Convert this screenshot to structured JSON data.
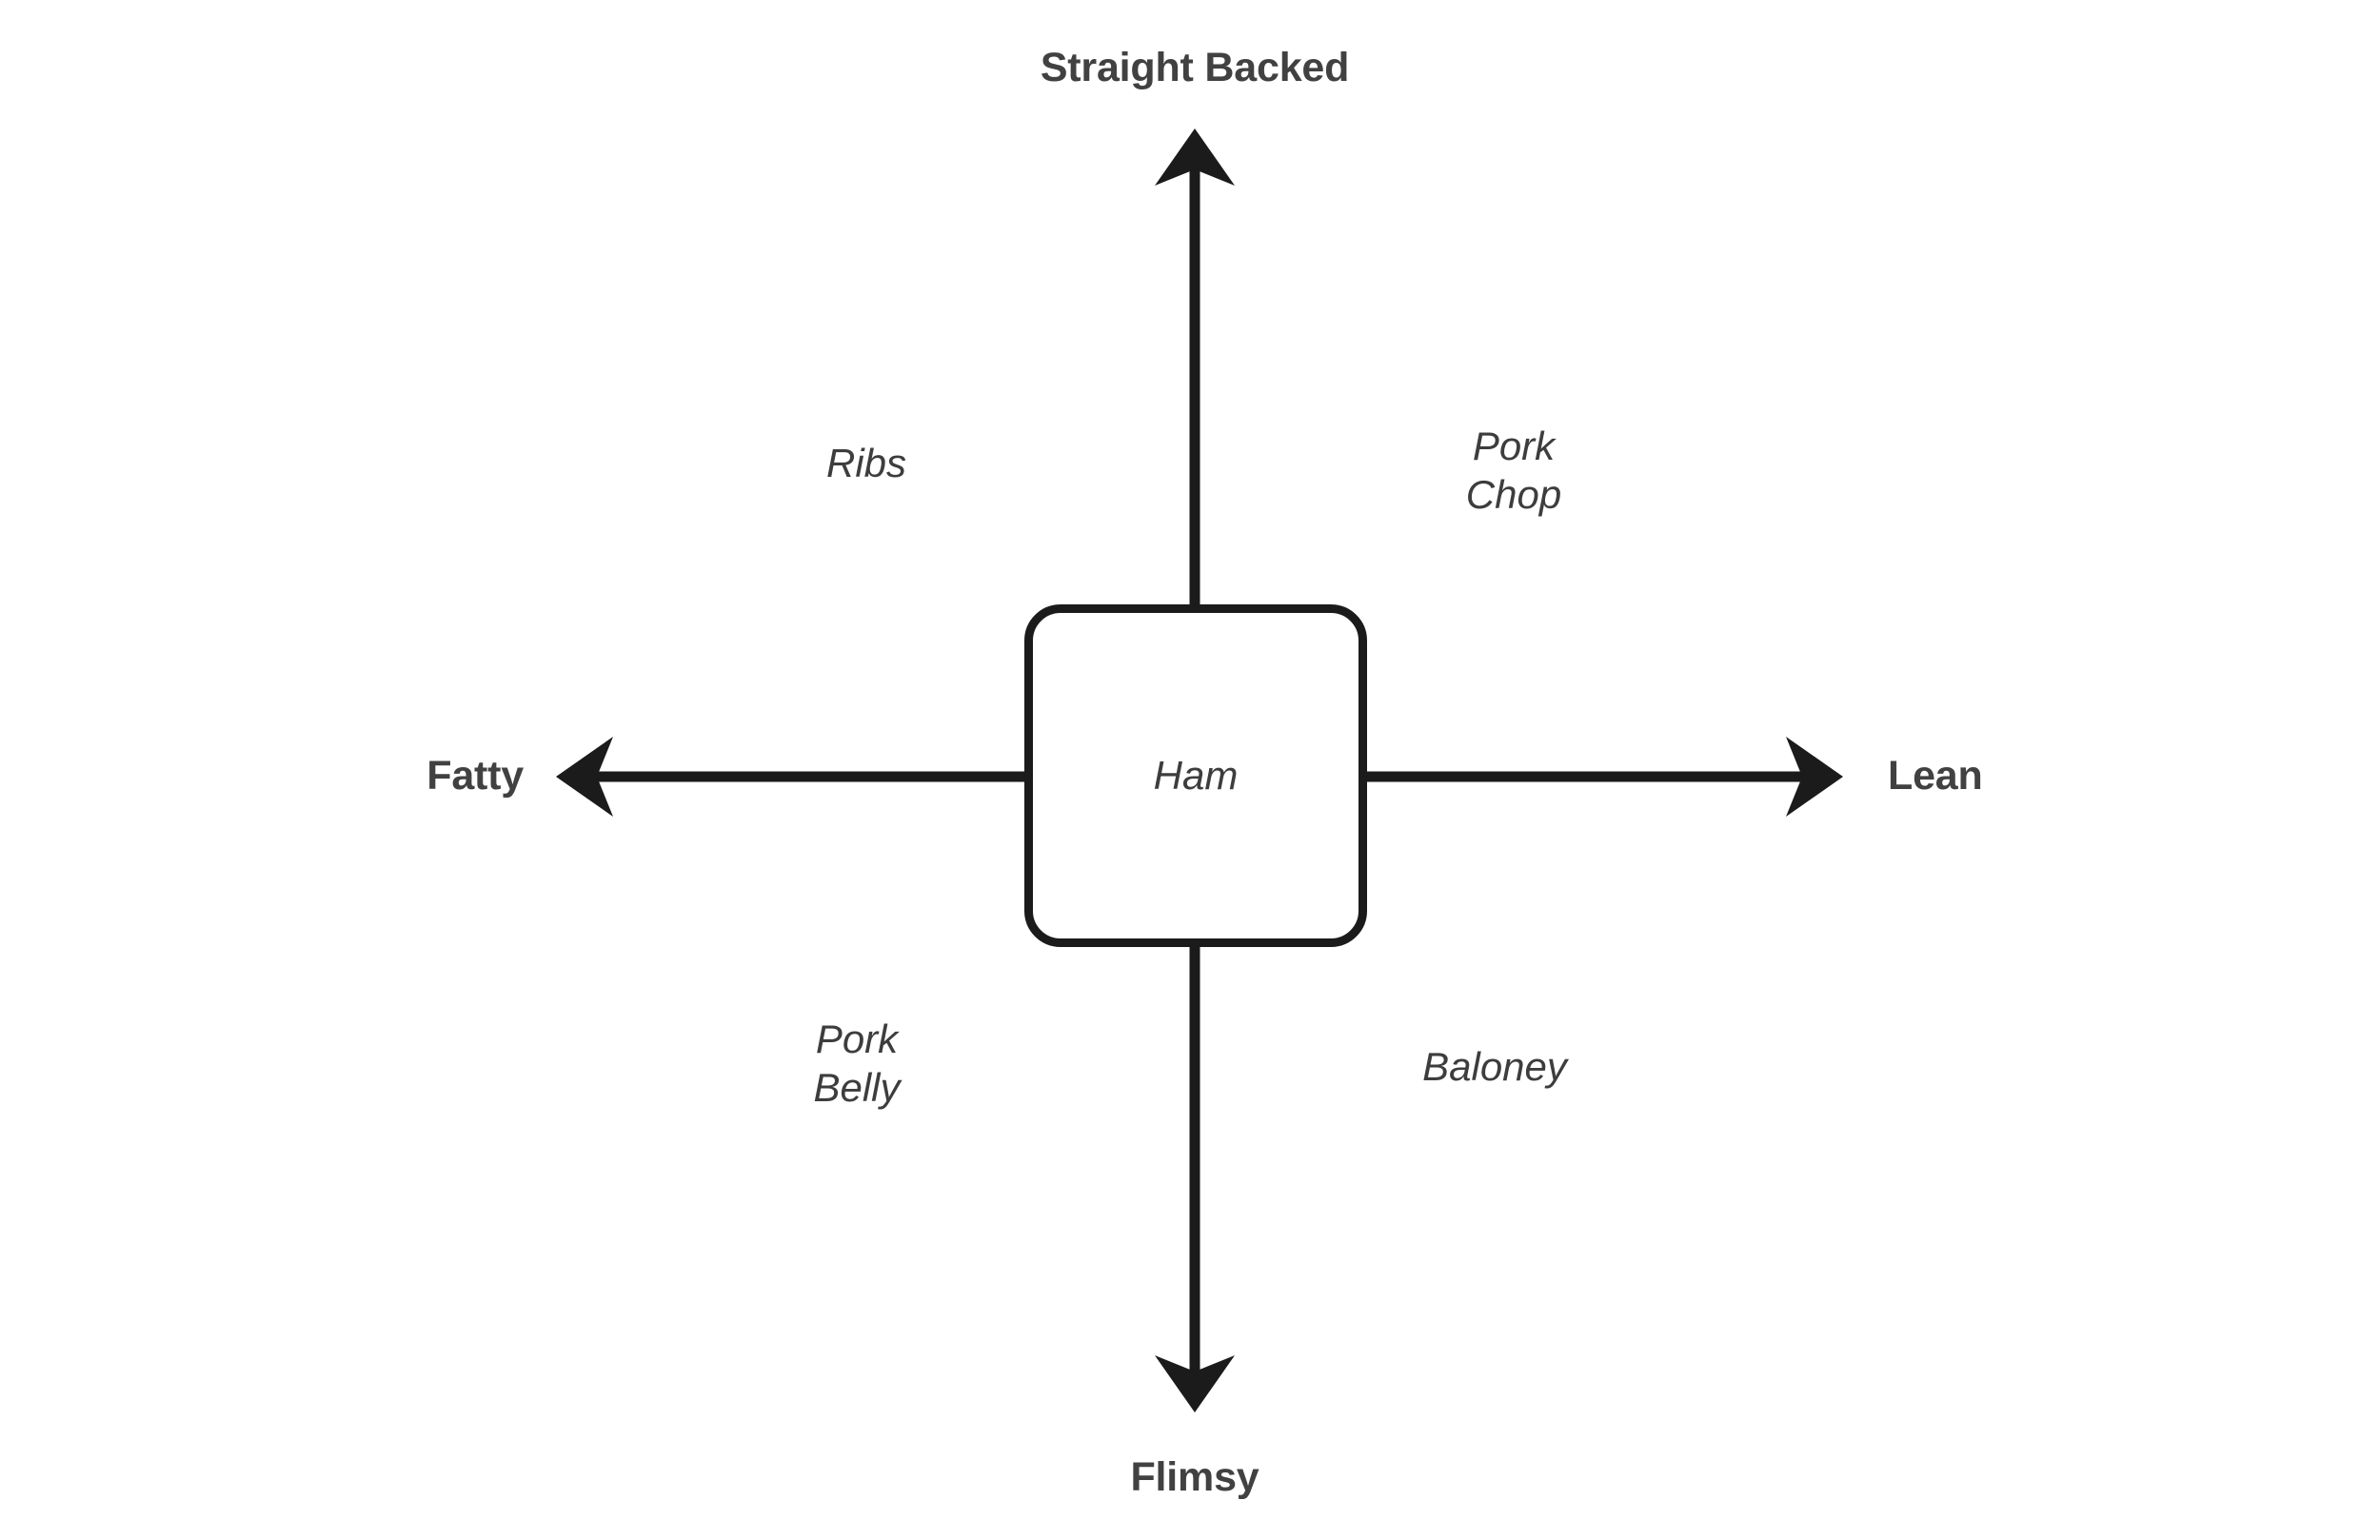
{
  "diagram": {
    "type": "two-axis-quadrant-map",
    "background_color": "#ffffff",
    "line_color": "#1b1b1b",
    "axis_label_color": "#414141",
    "item_label_color": "#3d3d3d",
    "axes": {
      "vertical": {
        "positive_label": "Straight Backed",
        "negative_label": "Flimsy"
      },
      "horizontal": {
        "positive_label": "Lean",
        "negative_label": "Fatty"
      }
    },
    "center": {
      "label": "Ham"
    },
    "quadrants": {
      "top_left": {
        "label": "Ribs",
        "meaning": "Fatty + Straight Backed"
      },
      "top_right": {
        "label": "Pork\nChop",
        "meaning": "Lean + Straight Backed"
      },
      "bottom_left": {
        "label": "Pork\nBelly",
        "meaning": "Fatty + Flimsy"
      },
      "bottom_right": {
        "label": "Baloney",
        "meaning": "Lean + Flimsy"
      }
    }
  }
}
